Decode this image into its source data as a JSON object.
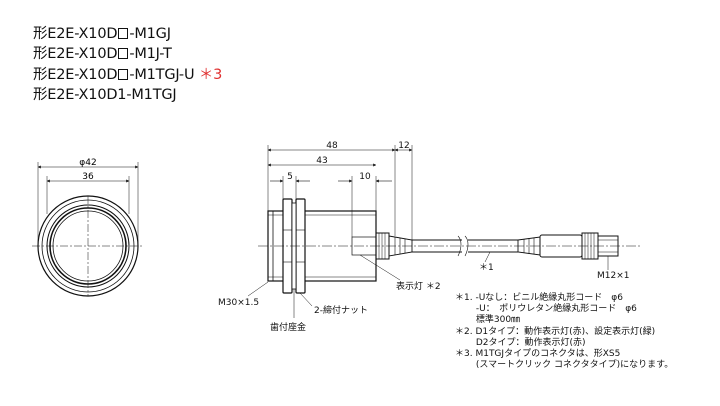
{
  "models": [
    {
      "prefix": "形E2E-X10D",
      "suffix": "-M1GJ",
      "box": true,
      "mark": ""
    },
    {
      "prefix": "形E2E-X10D",
      "suffix": "-M1J-T",
      "box": true,
      "mark": ""
    },
    {
      "prefix": "形E2E-X10D",
      "suffix": "-M1TGJ-U",
      "box": true,
      "mark": "＊3"
    },
    {
      "prefix": "形E2E-X10D1-M1TGJ",
      "suffix": "",
      "box": false,
      "mark": ""
    }
  ],
  "dimensions": {
    "d42": "φ42",
    "d36": "36",
    "d48": "48",
    "d12": "12",
    "d43": "43",
    "d5": "5",
    "d10": "10"
  },
  "labels": {
    "thread": "M30×1.5",
    "nut": "2-締付ナット",
    "washer": "歯付座金",
    "indicator": "表示灯 ＊2",
    "cable_note": "＊1",
    "connector": "M12×1"
  },
  "notes": [
    "＊1. -Uなし：ビニル絶縁丸形コード　φ6",
    "　　 -U：　ポリウレタン絶縁丸形コード　φ6",
    "　　 標準300㎜",
    "＊2. D1タイプ：動作表示灯(赤)、設定表示灯(緑)",
    "　　 D2タイプ：動作表示灯(赤)",
    "＊3. M1TGJタイプのコネクタは、形XS5",
    "　　 (スマートクリック コネクタタイプ)になります。"
  ]
}
